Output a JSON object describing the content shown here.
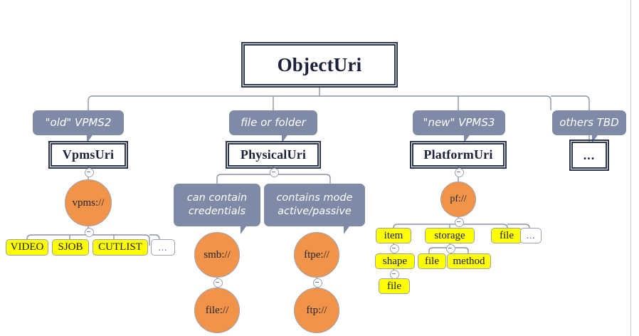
{
  "diagram": {
    "title": "ObjectUri",
    "type": "hierarchy-tree",
    "colors": {
      "class_border": "#2b3550",
      "note_fill": "#7e8aa6",
      "circle_fill": "#f2934a",
      "leaf_fill": "#ffff00",
      "edge": "#8b94a8"
    },
    "root": {
      "label": "ObjectUri"
    },
    "branches": [
      {
        "note": "\"old\" VPMS2",
        "class": "VpmsUri",
        "scheme": "vpms://",
        "leaves": [
          "VIDEO",
          "SJOB",
          "CUTLIST",
          "..."
        ]
      },
      {
        "note": "file or folder",
        "class": "PhysicalUri",
        "notes2": [
          "can contain credentials",
          "contains mode active/passive"
        ],
        "schemes": [
          "smb://",
          "ftpe://"
        ],
        "subschemes": [
          "file://",
          "ftp://"
        ]
      },
      {
        "note": "\"new\" VPMS3",
        "class": "PlatformUri",
        "scheme": "pf://",
        "leaves": [
          "item",
          "storage",
          "file",
          "..."
        ],
        "subleaves": [
          "shape",
          "file",
          "method"
        ],
        "subsubleaves": [
          "file"
        ]
      },
      {
        "note": "others TBD",
        "class": "..."
      }
    ],
    "notes": {
      "can_contain_credentials_line1": "can contain",
      "can_contain_credentials_line2": "credentials",
      "contains_mode_line1": "contains mode",
      "contains_mode_line2": "active/passive"
    },
    "labels": {
      "note_old_vpms2": "\"old\" VPMS2",
      "note_file_or_folder": "file or folder",
      "note_new_vpms3": "\"new\" VPMS3",
      "note_others_tbd": "others TBD",
      "class_vpmsuri": "VpmsUri",
      "class_physicaluri": "PhysicalUri",
      "class_platformuri": "PlatformUri",
      "class_dots": "...",
      "circle_vpms": "vpms://",
      "circle_smb": "smb://",
      "circle_file": "file://",
      "circle_ftpe": "ftpe://",
      "circle_ftp": "ftp://",
      "circle_pf": "pf://",
      "leaf_video": "VIDEO",
      "leaf_sjob": "SJOB",
      "leaf_cutlist": "CUTLIST",
      "leaf_dots_vpms": "...",
      "leaf_item": "item",
      "leaf_storage": "storage",
      "leaf_file_pf": "file",
      "leaf_dots_pf": "...",
      "leaf_shape": "shape",
      "leaf_file_storage": "file",
      "leaf_method": "method",
      "leaf_file_shape": "file"
    }
  }
}
